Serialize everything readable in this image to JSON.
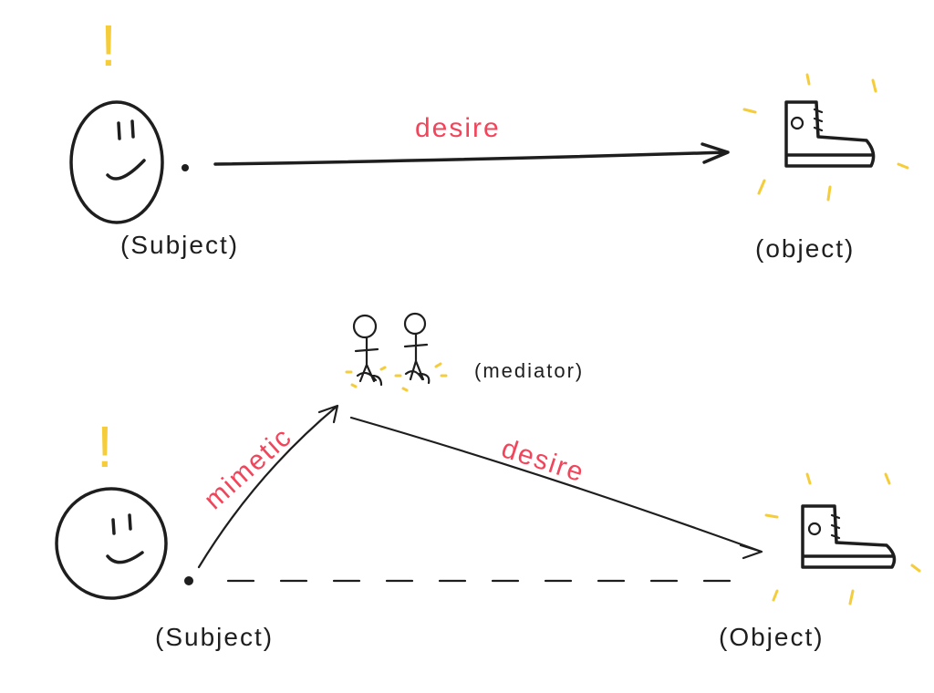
{
  "top": {
    "subject_label": "(Subject)",
    "object_label": "(object)",
    "arrow_label": "desire",
    "alert": "!"
  },
  "bottom": {
    "subject_label": "(Subject)",
    "object_label": "(Object)",
    "mediator_label": "(mediator)",
    "mimetic_label": "mimetic",
    "desire_label": "desire",
    "alert": "!"
  },
  "colors": {
    "ink": "#1e1e1e",
    "accent": "#f2445a",
    "highlight": "#f5cc3a"
  }
}
